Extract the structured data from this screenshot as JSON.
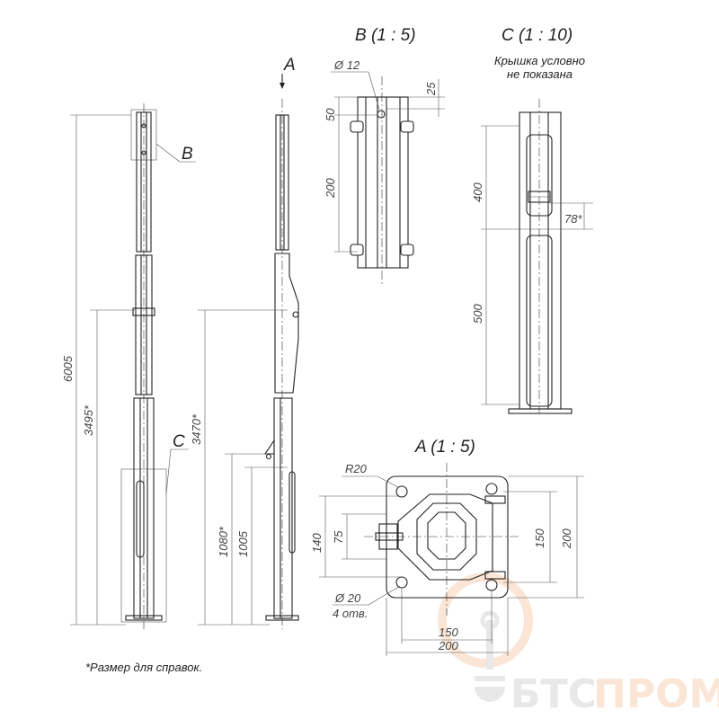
{
  "views": {
    "b_title": "B (1 : 5)",
    "c_title": "C (1 : 10)",
    "c_note_line1": "Крышка условно",
    "c_note_line2": "не показана",
    "a_title": "A (1 : 5)"
  },
  "callouts": {
    "b": "B",
    "c": "C",
    "a": "A"
  },
  "dimensions": {
    "total_height": "6005",
    "h_3495": "3495*",
    "h_3470": "3470*",
    "h_1080": "1080*",
    "h_1005": "1005",
    "b_hole": "Ø 12",
    "b_25": "25",
    "b_50": "50",
    "b_200": "200",
    "c_400": "400",
    "c_500": "500",
    "c_78": "78*",
    "a_r20": "R20",
    "a_140": "140",
    "a_75": "75",
    "a_150_v": "150",
    "a_200_v": "200",
    "a_150_h": "150",
    "a_200_h": "200",
    "a_holes": "Ø 20",
    "a_holes_count": "4 отв."
  },
  "footnote": "*Размер для справок.",
  "watermark": {
    "part1": "БТС",
    "part2": "ПРОМ",
    "color_gray": "#e6e6e6",
    "color_orange": "#fbe3d2"
  }
}
